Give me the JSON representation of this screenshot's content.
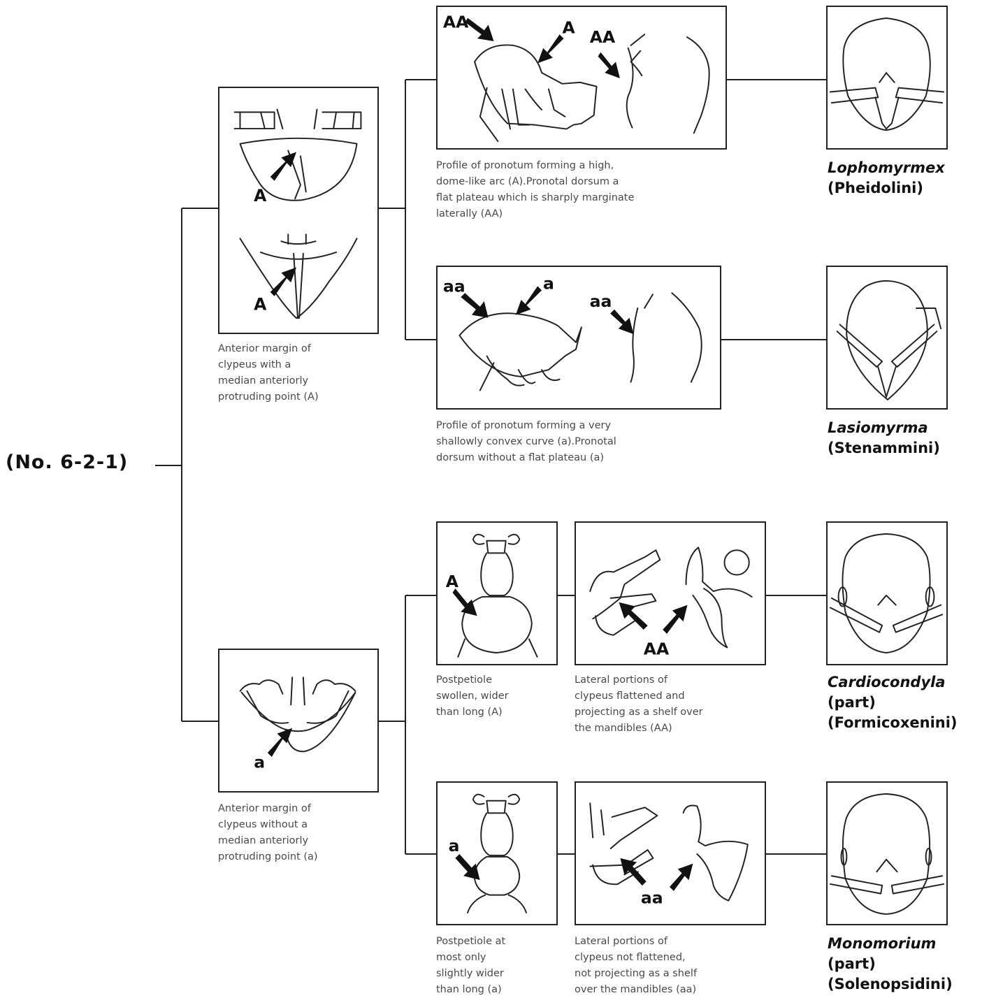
{
  "root_label": "(No. 6-2-1)",
  "branches": {
    "clypeus_point": {
      "caption": [
        "Anterior margin of",
        "clypeus with a",
        "median anteriorly",
        "protruding point (A)"
      ],
      "labels": [
        "A",
        "A"
      ]
    },
    "clypeus_no_point": {
      "caption": [
        "Anterior margin of",
        "clypeus without a",
        "median anteriorly",
        "protruding point (a)"
      ],
      "labels": [
        "a"
      ]
    }
  },
  "pronotum_dome": {
    "caption": [
      "Profile of pronotum forming a high,",
      "dome-like arc (A).Pronotal dorsum a",
      "flat plateau which is sharply marginate",
      "laterally (AA)"
    ],
    "labels": [
      "AA",
      "A",
      "AA"
    ]
  },
  "pronotum_shallow": {
    "caption": [
      "Profile of pronotum forming a very",
      "shallowly convex curve (a).Pronotal",
      "dorsum without a flat plateau (a)"
    ],
    "labels": [
      "aa",
      "a",
      "aa"
    ]
  },
  "postpetiole_swollen": {
    "caption": [
      "Postpetiole",
      "swollen, wider",
      "than long (A)"
    ],
    "labels": [
      "A"
    ]
  },
  "clypeus_shelf": {
    "caption": [
      "Lateral portions of",
      "clypeus flattened and",
      "projecting as a shelf over",
      "the mandibles (AA)"
    ],
    "labels": [
      "AA"
    ]
  },
  "postpetiole_slight": {
    "caption": [
      "Postpetiole at",
      "most only",
      "slightly wider",
      "than long (a)"
    ],
    "labels": [
      "a"
    ]
  },
  "clypeus_no_shelf": {
    "caption": [
      "Lateral portions of",
      "clypeus not flattened,",
      "not projecting as a shelf",
      "over the mandibles (aa)"
    ],
    "labels": [
      "aa"
    ]
  },
  "taxa": [
    {
      "genus": "Lophomyrmex",
      "lines": [
        "(Pheidolini)"
      ]
    },
    {
      "genus": "Lasiomyrma",
      "lines": [
        "(Stenammini)"
      ]
    },
    {
      "genus": "Cardiocondyla",
      "lines": [
        "(part)",
        "(Formicoxenini)"
      ]
    },
    {
      "genus": "Monomorium",
      "lines": [
        "(part)",
        "(Solenopsidini)"
      ]
    }
  ]
}
